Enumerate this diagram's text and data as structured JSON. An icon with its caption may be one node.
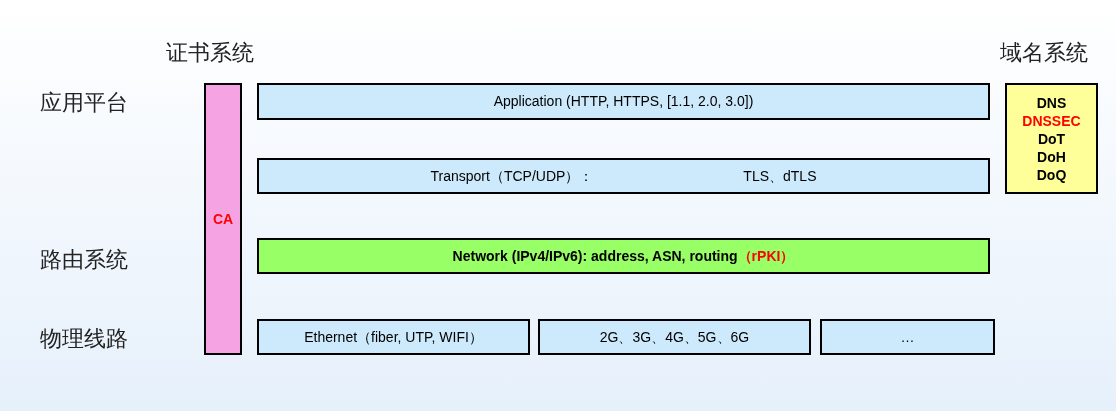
{
  "diagram": {
    "nodes": [
      {
        "text": [
          "CA"
        ]
      },
      {
        "text": [
          "Application (HTTP, HTTPS, [1.1, 2.0, 3.0])"
        ]
      },
      {
        "text": [
          "Transport（TCP/UDP）：",
          "TLS、dTLS"
        ]
      },
      {
        "text": [
          "Network (IPv4/IPv6): address, ASN, routing",
          "（rPKI）"
        ]
      },
      {
        "text": [
          "Ethernet（fiber, UTP, WIFI）"
        ]
      },
      {
        "text": [
          "2G、3G、4G、5G、6G"
        ]
      },
      {
        "text": [
          "…"
        ]
      },
      {
        "text": [
          "DNS",
          "DNSSEC",
          "DoT",
          "DoH",
          "DoQ"
        ]
      }
    ],
    "labels": [
      "证书系统",
      "域名系统",
      "应用平台",
      "路由系统",
      "物理线路"
    ]
  }
}
